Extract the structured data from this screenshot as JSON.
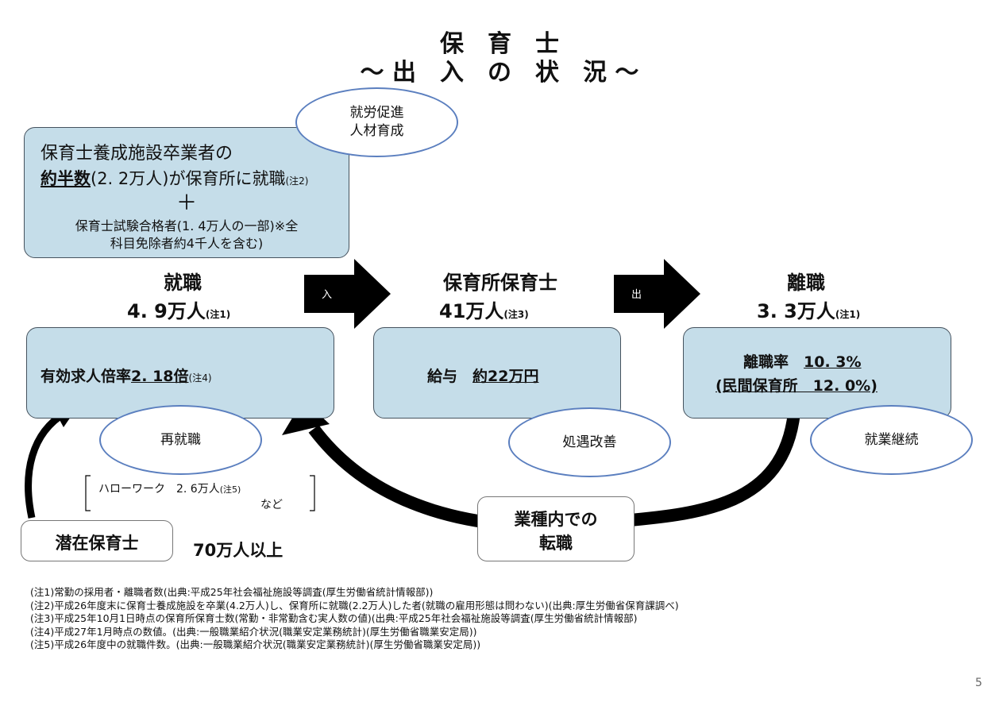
{
  "title": {
    "line1": "保　育　士",
    "line2": "～ 出　入　の　状　況 ～"
  },
  "ovals": {
    "promotion": {
      "line1": "就労促進",
      "line2": "人材育成"
    },
    "reemployment": "再就職",
    "treatment": "処遇改善",
    "retention": "就業継続"
  },
  "graduates_box": {
    "line1": "保育士養成施設卒業者の",
    "half": "約半数",
    "line2_rest": "(2. 2万人)が保育所に就職",
    "note": "(注2)",
    "plus": "＋",
    "line4": "保育士試験合格者(1. 4万人の一部)※全",
    "line5": "科目免除者約4千人を含む)"
  },
  "employment": {
    "label": "就職",
    "value": "4. 9万人",
    "note": "(注1)"
  },
  "nursery": {
    "label": "保育所保育士",
    "value": "41万人",
    "note": "(注3)"
  },
  "separation": {
    "label": "離職",
    "value": "3. 3万人",
    "note": "(注1)"
  },
  "arrows": {
    "in": "入",
    "out": "出"
  },
  "box_ratio": {
    "label": "有効求人倍率",
    "value": "2. 18倍",
    "note": "(注4)"
  },
  "box_salary": {
    "label": "給与",
    "value": "約22万円"
  },
  "box_turnover": {
    "label": "離職率",
    "value": "10. 3%",
    "line2": "(民間保育所　12. 0%)"
  },
  "hellowork": {
    "line1": "ハローワーク　2. 6万人",
    "note": "(注5)",
    "line2": "など"
  },
  "latent": {
    "label": "潜在保育士",
    "value": "70万人以上"
  },
  "within_industry": {
    "line1": "業種内での",
    "line2": "転職"
  },
  "footnotes": [
    "(注1)常勤の採用者・離職者数(出典:平成25年社会福祉施設等調査(厚生労働省統計情報部))",
    "(注2)平成26年度末に保育士養成施設を卒業(4.2万人)し、保育所に就職(2.2万人)した者(就職の雇用形態は問わない)(出典:厚生労働省保育課調べ)",
    "(注3)平成25年10月1日時点の保育所保育士数(常勤・非常勤含む実人数の値)(出典:平成25年社会福祉施設等調査(厚生労働省統計情報部)",
    "(注4)平成27年1月時点の数値。(出典:一般職業紹介状況(職業安定業務統計)(厚生労働省職業安定局))",
    "(注5)平成26年度中の就職件数。(出典:一般職業紹介状況(職業安定業務統計)(厚生労働省職業安定局))"
  ],
  "page_number": "5"
}
